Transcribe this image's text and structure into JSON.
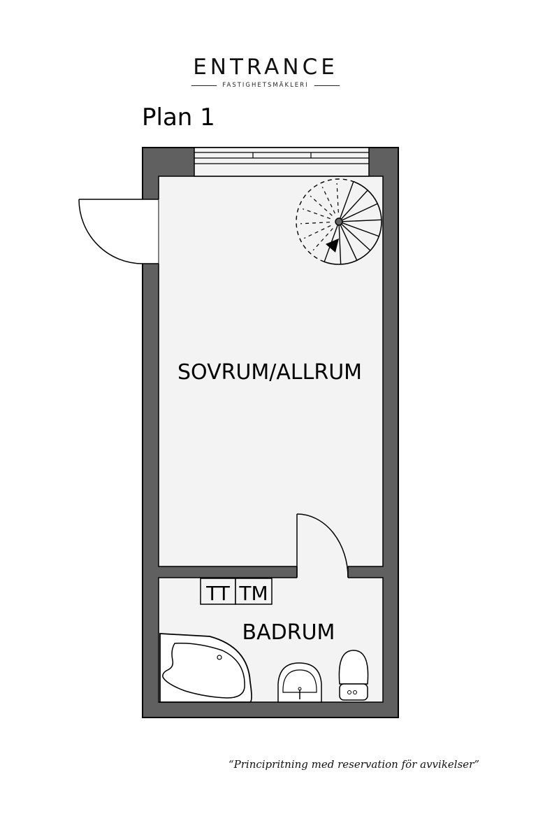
{
  "brand": {
    "name": "ENTRANCE",
    "subtitle": "FASTIGHETSMÄKLERI"
  },
  "plan": {
    "title": "Plan 1"
  },
  "rooms": {
    "main": "SOVRUM/ALLRUM",
    "bath": "BADRUM"
  },
  "fixtures": {
    "tt": "TT",
    "tm": "TM"
  },
  "disclaimer": "“Principritning med reservation för avvikelser”",
  "colors": {
    "wall": "#606060",
    "floor": "#f3f3f3",
    "stroke": "#000000"
  }
}
